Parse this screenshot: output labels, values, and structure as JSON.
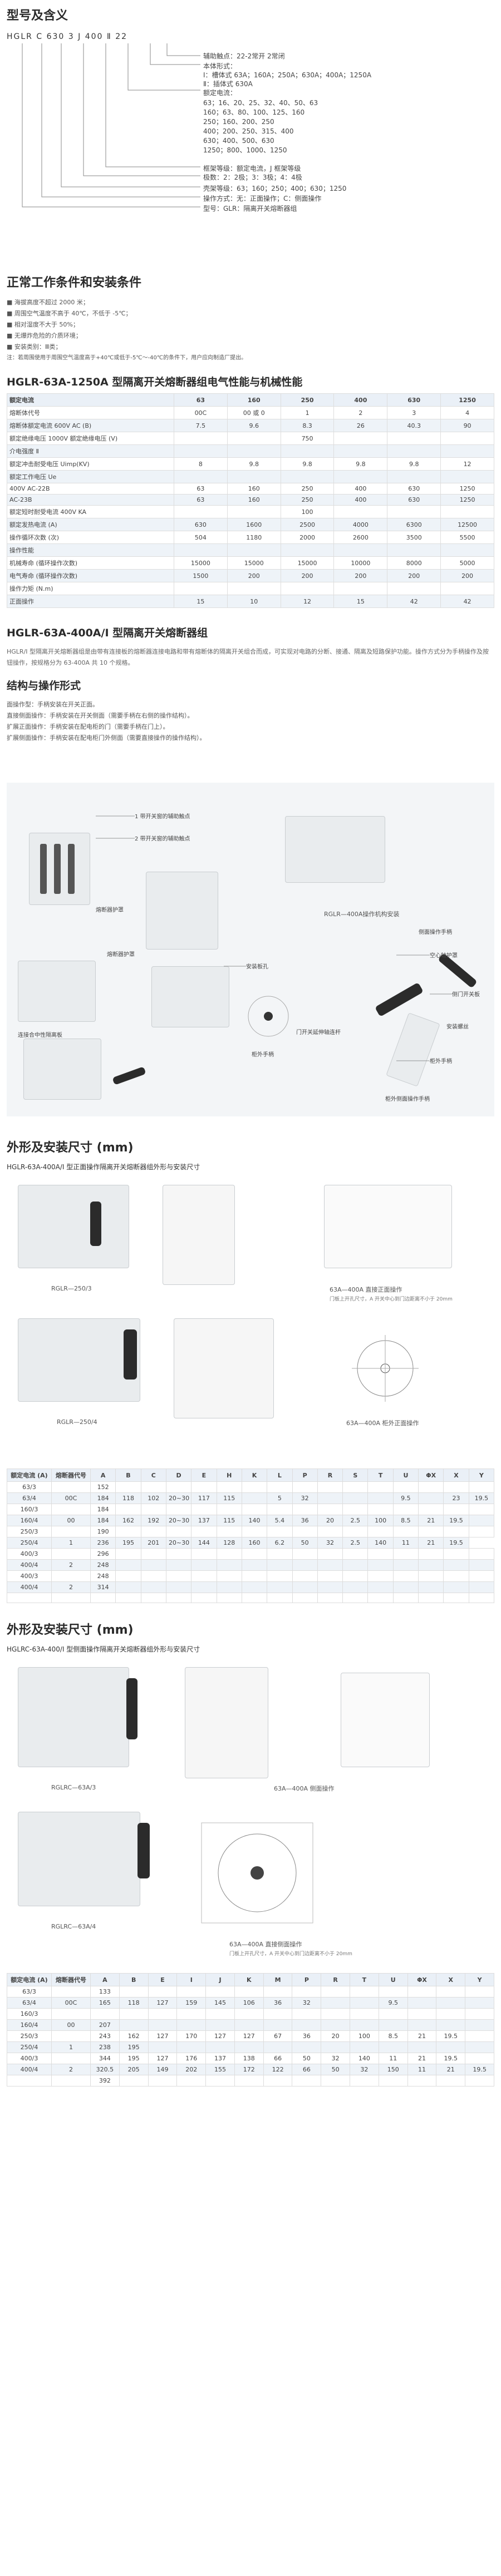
{
  "sec1": {
    "title": "型号及含义",
    "code": "HGLR C 630 3 J 400 Ⅱ 22",
    "lines": [
      "辅助触点：22-2常开 2常闭",
      "本体形式：",
      "Ⅰ：槽体式 63A；160A；250A；630A；400A；1250A",
      "Ⅱ：插体式 630A",
      "额定电流：",
      "63；16、20、25、32、40、50、63",
      "160；63、80、100、125、160",
      "250；160、200、250",
      "400；200、250、315、400",
      "630；400、500、630",
      "1250；800、1000、1250",
      "框架等级：额定电流，J 框架等级",
      "极数：2：2极；3：3极；4：4极",
      "壳架等级：63；160；250；400；630；1250",
      "操作方式：无：正面操作；C：侧面操作",
      "型号：GLR：隔离开关熔断器组"
    ]
  },
  "sec2": {
    "title": "正常工作条件和安装条件",
    "items": [
      "■ 海拔高度不超过 2000 米；",
      "■ 周围空气温度不高于 40℃，不低于 -5℃；",
      "■ 相对湿度不大于 50%；",
      "■ 无爆炸危险的介质环境；",
      "■ 安装类别：Ⅲ类；",
      "注：若周围使用于周围空气温度高于+40℃或低于-5℃～-40℃的条件下，用户应向制造厂提出。"
    ]
  },
  "sec3": {
    "title": "HGLR-63A-1250A 型隔离开关熔断器组电气性能与机械性能",
    "headers": [
      "额定电流",
      "63",
      "160",
      "250",
      "400",
      "630",
      "1250"
    ],
    "rows": [
      [
        "熔断体代号",
        "00C",
        "00 或 0",
        "1",
        "2",
        "3",
        "4"
      ],
      [
        "熔断体额定电流 600V AC (B)",
        "7.5",
        "9.6",
        "8.3",
        "26",
        "40.3",
        "90"
      ],
      [
        "额定绝缘电压 1000V 额定绝缘电压 (V)",
        "",
        "",
        "750",
        "",
        "",
        ""
      ],
      [
        "介电强度 Ⅱ",
        "",
        "",
        "",
        "",
        "",
        ""
      ],
      [
        "额定冲击耐受电压 Uimp(KV)",
        "8",
        "9.8",
        "9.8",
        "9.8",
        "9.8",
        "12"
      ],
      [
        "额定工作电压 Ue",
        "",
        "",
        "",
        "",
        "",
        ""
      ],
      [
        "400V AC-22B",
        "63",
        "160",
        "250",
        "400",
        "630",
        "1250"
      ],
      [
        "AC-23B",
        "63",
        "160",
        "250",
        "400",
        "630",
        "1250"
      ],
      [
        "额定短时耐受电流 400V KA",
        "",
        "",
        "100",
        "",
        "",
        ""
      ],
      [
        "额定发热电流 (A)",
        "630",
        "1600",
        "2500",
        "4000",
        "6300",
        "12500"
      ],
      [
        "操作循环次数 (次)",
        "504",
        "1180",
        "2000",
        "2600",
        "3500",
        "5500"
      ],
      [
        "操作性能",
        "",
        "",
        "",
        "",
        "",
        ""
      ],
      [
        "机械寿命 (循环操作次数)",
        "15000",
        "15000",
        "15000",
        "10000",
        "8000",
        "5000"
      ],
      [
        "电气寿命 (循环操作次数)",
        "1500",
        "200",
        "200",
        "200",
        "200",
        "200"
      ],
      [
        "操作力矩 (N.m)",
        "",
        "",
        "",
        "",
        "",
        ""
      ],
      [
        "正面操作",
        "15",
        "10",
        "12",
        "15",
        "42",
        "42"
      ]
    ]
  },
  "sec4": {
    "title": "HGLR-63A-400A/Ⅰ 型隔离开关熔断器组",
    "desc": "HGLR/Ⅰ 型隔离开关熔断器组是由带有连接板的熔断器连接电路和带有熔断体的隔离开关组合而成，可实现对电路的分断、接通、隔离及短路保护功能。操作方式分为手柄操作及按钮操作，按规格分为 63-400A 共 10 个规格。"
  },
  "sec5": {
    "title": "结构与操作形式",
    "items": [
      "面操作型：手柄安装在开关正面。",
      "直接侧面操作：手柄安装在开关侧面（需要手柄在右侧的操作结构）。",
      "扩展正面操作：手柄安装在配电柜的门（需要手柄在门上）。",
      "扩展侧面操作：手柄安装在配电柜门外侧面（需要直接操作的操作结构）。"
    ]
  },
  "fig1": {
    "labels": [
      "1 带开关窗的辅助触点",
      "2 带开关窗的辅助触点",
      "熔断器护罩",
      "安装板孔",
      "熔断器护罩",
      "连接合中性隔离板",
      "侧面操作手柄",
      "空心轴护罩",
      "门开关延伸轴连杆",
      "柜外手柄",
      "安装螺丝",
      "侧门开关板",
      "柜外手柄",
      "柜外侧面操作手柄"
    ],
    "caption": "RGLR—400A操作机构安装"
  },
  "sec6": {
    "title": "外形及安装尺寸 (mm)",
    "subtitle": "HGLR-63A-400A/Ⅰ 型正面操作隔离开关熔断器组外形与安装尺寸",
    "cap1": "RGLR—250/3",
    "cap2": "RGLR—250/4",
    "cap3": "63A—400A 直接正面操作",
    "cap4": "63A—400A 柜外正面操作",
    "note": "门板上开孔尺寸，A 开关中心到门边距离不小于 20mm"
  },
  "table1": {
    "headers": [
      "额定电流 (A)",
      "熔断器代号",
      "A",
      "B",
      "C",
      "D",
      "E",
      "H",
      "K",
      "L",
      "P",
      "R",
      "S",
      "T",
      "U",
      "ΦX",
      "X",
      "Y"
    ],
    "rows": [
      [
        "63/3",
        "",
        "152",
        "",
        "",
        "",
        "",
        "",
        "",
        "",
        "",
        "",
        "",
        "",
        "",
        "",
        "",
        ""
      ],
      [
        "63/4",
        "00C",
        "184",
        "118",
        "102",
        "20~30",
        "117",
        "115",
        "",
        "5",
        "32",
        "",
        "",
        "",
        "9.5",
        "",
        "23",
        "19.5"
      ],
      [
        "160/3",
        "",
        "184",
        "",
        "",
        "",
        "",
        "",
        "",
        "",
        "",
        "",
        "",
        "",
        "",
        "",
        "",
        ""
      ],
      [
        "160/4",
        "00",
        "184",
        "162",
        "192",
        "20~30",
        "137",
        "115",
        "140",
        "5.4",
        "36",
        "20",
        "2.5",
        "100",
        "8.5",
        "21",
        "19.5",
        ""
      ],
      [
        "250/3",
        "",
        "190",
        "",
        "",
        "",
        "",
        "",
        "",
        "",
        "",
        "",
        "",
        "",
        "",
        "",
        "",
        ""
      ],
      [
        "250/4",
        "1",
        "236",
        "195",
        "201",
        "20~30",
        "144",
        "128",
        "160",
        "6.2",
        "50",
        "32",
        "2.5",
        "140",
        "11",
        "21",
        "19.5"
      ],
      [
        "400/3",
        "",
        "296",
        "",
        "",
        "",
        "",
        "",
        "",
        "",
        "",
        "",
        "",
        "",
        "",
        "",
        "",
        ""
      ],
      [
        "400/4",
        "2",
        "248",
        "",
        "",
        "",
        "",
        "",
        "",
        "",
        "",
        "",
        "",
        "",
        "",
        "",
        "",
        ""
      ],
      [
        "400/3",
        "",
        "248",
        "",
        "",
        "",
        "",
        "",
        "",
        "",
        "",
        "",
        "",
        "",
        "",
        "",
        "",
        ""
      ],
      [
        "400/4",
        "2",
        "314",
        "",
        "",
        "",
        "",
        "",
        "",
        "",
        "",
        "",
        "",
        "",
        "",
        "",
        "",
        ""
      ],
      [
        "",
        "",
        "",
        "",
        "",
        "",
        "",
        "",
        "",
        "",
        "",
        "",
        "",
        "",
        "",
        "",
        "",
        ""
      ]
    ]
  },
  "sec7": {
    "title": "外形及安装尺寸 (mm)",
    "subtitle": "HGLRC-63A-400/Ⅰ 型侧面操作隔离开关熔断器组外形与安装尺寸",
    "cap1": "RGLRC—63A/3",
    "cap2": "63A—400A 侧面操作",
    "cap3": "RGLRC—63A/4",
    "cap4": "63A—400A 直接侧面操作",
    "note": "门板上开孔尺寸，A 开关中心到门边距离不小于 20mm"
  },
  "table2": {
    "headers": [
      "额定电流 (A)",
      "熔断器代号",
      "A",
      "B",
      "E",
      "I",
      "J",
      "K",
      "M",
      "P",
      "R",
      "T",
      "U",
      "ΦX",
      "X",
      "Y"
    ],
    "rows": [
      [
        "63/3",
        "",
        "133",
        "",
        "",
        "",
        "",
        "",
        "",
        "",
        "",
        "",
        "",
        "",
        "",
        ""
      ],
      [
        "63/4",
        "00C",
        "165",
        "118",
        "127",
        "159",
        "145",
        "106",
        "36",
        "32",
        "",
        "",
        "9.5",
        "",
        "",
        ""
      ],
      [
        "160/3",
        "",
        "",
        "",
        "",
        "",
        "",
        "",
        "",
        "",
        "",
        "",
        "",
        "",
        "",
        ""
      ],
      [
        "160/4",
        "00",
        "207",
        "",
        "",
        "",
        "",
        "",
        "",
        "",
        "",
        "",
        "",
        "",
        "",
        ""
      ],
      [
        "250/3",
        "",
        "243",
        "162",
        "127",
        "170",
        "127",
        "127",
        "67",
        "36",
        "20",
        "100",
        "8.5",
        "21",
        "19.5",
        ""
      ],
      [
        "250/4",
        "1",
        "238",
        "195",
        "",
        "",
        "",
        "",
        "",
        "",
        "",
        "",
        "",
        "",
        "",
        ""
      ],
      [
        "400/3",
        "",
        "344",
        "195",
        "127",
        "176",
        "137",
        "138",
        "66",
        "50",
        "32",
        "140",
        "11",
        "21",
        "19.5",
        ""
      ],
      [
        "400/4",
        "2",
        "320.5",
        "205",
        "149",
        "202",
        "155",
        "172",
        "122",
        "66",
        "50",
        "32",
        "150",
        "11",
        "21",
        "19.5"
      ],
      [
        "",
        "",
        "392",
        "",
        "",
        "",
        "",
        "",
        "",
        "",
        "",
        "",
        "",
        "",
        "",
        ""
      ]
    ]
  }
}
